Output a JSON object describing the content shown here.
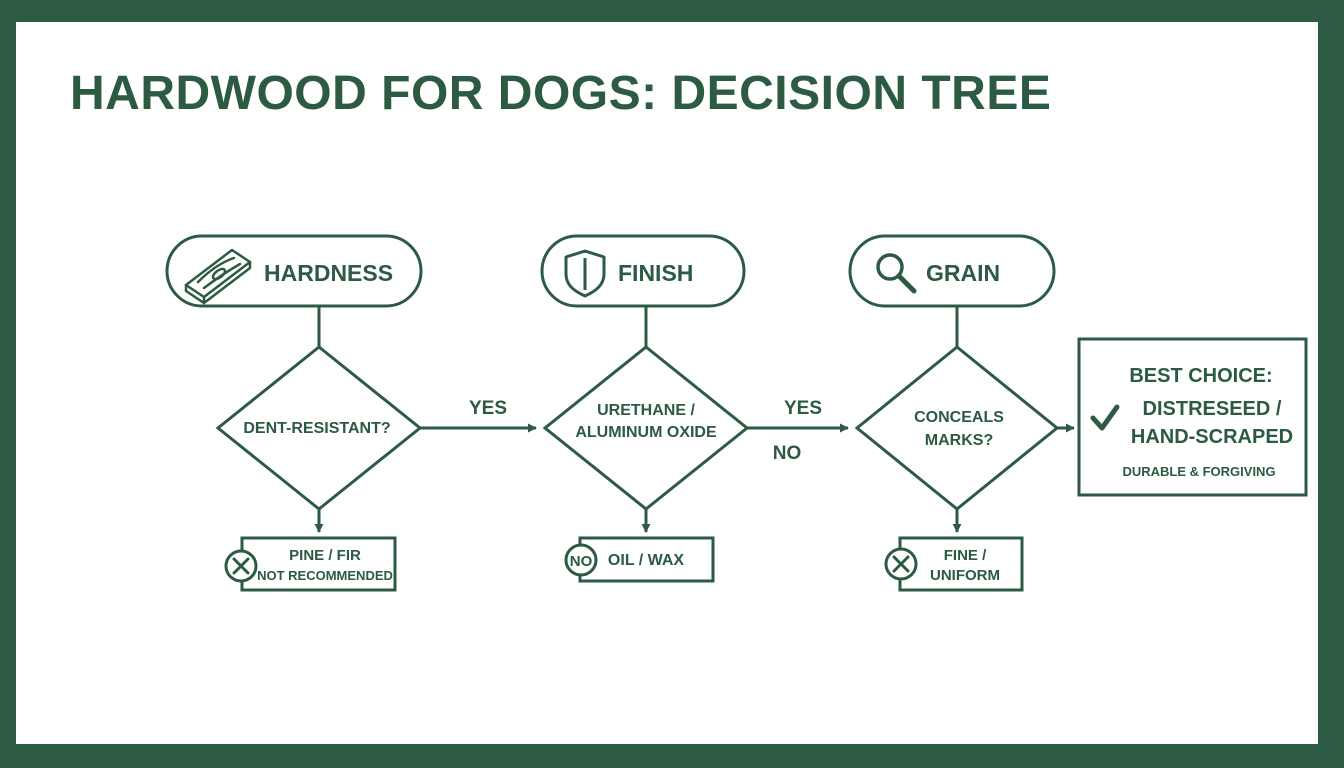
{
  "title": "HARDWOOD FOR DOGS: DECISION TREE",
  "colors": {
    "primary": "#2c5a42",
    "background": "#ffffff"
  },
  "headers": [
    {
      "label": "HARDNESS",
      "icon": "wood-plank-icon"
    },
    {
      "label": "FINISH",
      "icon": "shield-icon"
    },
    {
      "label": "GRAIN",
      "icon": "magnifier-icon"
    }
  ],
  "decisions": [
    {
      "lines": [
        "DENT-RESISTANT?"
      ]
    },
    {
      "lines": [
        "URETHANE /",
        "ALUMINUM OXIDE"
      ]
    },
    {
      "lines": [
        "CONCEALS",
        "MARKS?"
      ]
    }
  ],
  "edges": {
    "yes_1": "YES",
    "yes_2": "YES",
    "no_2": "NO"
  },
  "rejects": [
    {
      "badge": "x-circle-icon",
      "lines": [
        "PINE / FIR",
        "NOT RECOMMENDED"
      ]
    },
    {
      "badge": "no-circle-icon",
      "badge_text": "NO",
      "lines": [
        "OIL / WAX"
      ]
    },
    {
      "badge": "x-circle-icon",
      "lines": [
        "FINE /",
        "UNIFORM"
      ]
    }
  ],
  "result": {
    "heading": "BEST CHOICE:",
    "lines": [
      "DISTRESEED /",
      "HAND-SCRAPED"
    ],
    "note": "DURABLE & FORGIVING",
    "icon": "check-icon"
  }
}
